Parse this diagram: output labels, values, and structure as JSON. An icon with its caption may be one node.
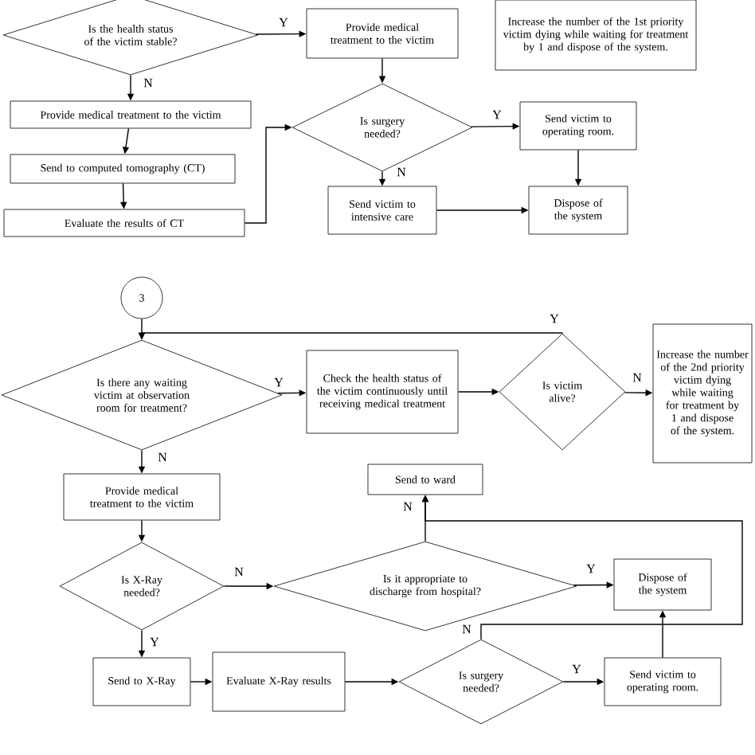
{
  "diagram": {
    "nodes": [
      {
        "text": [
          "Is the health status of the victim stable?"
        ]
      },
      {
        "text": [
          "Provide medical treatment to the victim"
        ]
      },
      {
        "text": [
          "Increase the number of the 1st priority victim dying while waiting for treatment by 1 and dispose of the system."
        ]
      },
      {
        "text": [
          "Provide medical treatment to the victim"
        ]
      },
      {
        "text": [
          "Send to computed tomography (CT)"
        ]
      },
      {
        "text": [
          "Evaluate the results of CT"
        ]
      },
      {
        "text": [
          "Is surgery needed?"
        ]
      },
      {
        "text": [
          "Send victim to operating room."
        ]
      },
      {
        "text": [
          "Send victim to intensive care"
        ]
      },
      {
        "text": [
          "Dispose of the system"
        ]
      },
      {
        "text": [
          "3"
        ]
      },
      {
        "text": [
          "Is there any waiting victim at observation room for treatment?"
        ]
      },
      {
        "text": [
          "Check the health status of the victim continuously until receiving medical treatment"
        ]
      },
      {
        "text": [
          "Is victim alive?"
        ]
      },
      {
        "text": [
          "Increase the number of the 2nd priority victim dying while waiting for treatment by 1 and dispose of the system."
        ]
      },
      {
        "text": [
          "Provide medical treatment to the victim"
        ]
      },
      {
        "text": [
          "Send to ward"
        ]
      },
      {
        "text": [
          "Is X-Ray needed?"
        ]
      },
      {
        "text": [
          "Is it appropriate to discharge from hospital?"
        ]
      },
      {
        "text": [
          "Dispose of the system"
        ]
      },
      {
        "text": [
          "Send to X-Ray"
        ]
      },
      {
        "text": [
          "Evaluate X-Ray results"
        ]
      },
      {
        "text": [
          "Is surgery needed?"
        ]
      },
      {
        "text": [
          "Send victim to operating room."
        ]
      }
    ],
    "edges": [
      {
        "from": 0,
        "to": 1,
        "arrow": "to",
        "label": "Y"
      },
      {
        "from": 0,
        "to": 3,
        "arrow": "to",
        "label": "N"
      },
      {
        "from": 1,
        "to": 6,
        "arrow": "to"
      },
      {
        "from": 3,
        "to": 4,
        "arrow": "to"
      },
      {
        "from": 4,
        "to": 5,
        "arrow": "to"
      },
      {
        "from": 5,
        "to": 6,
        "arrow": "to"
      },
      {
        "from": 6,
        "to": 7,
        "arrow": "to",
        "label": "Y"
      },
      {
        "from": 6,
        "to": 8,
        "arrow": "to",
        "label": "N"
      },
      {
        "from": 7,
        "to": 9,
        "arrow": "to"
      },
      {
        "from": 8,
        "to": 9,
        "arrow": "to"
      },
      {
        "from": 10,
        "to": 11,
        "arrow": "to"
      },
      {
        "from": 11,
        "to": 12,
        "arrow": "to",
        "label": "Y"
      },
      {
        "from": 12,
        "to": 13,
        "arrow": "to"
      },
      {
        "from": 13,
        "to": 14,
        "arrow": "to",
        "label": "N"
      },
      {
        "from": 13,
        "to": 11,
        "arrow": "to",
        "label": "Y"
      },
      {
        "from": 11,
        "to": 15,
        "arrow": "to",
        "label": "N"
      },
      {
        "from": 15,
        "to": 17,
        "arrow": "to"
      },
      {
        "from": 17,
        "to": 18,
        "arrow": "to",
        "label": "N"
      },
      {
        "from": 17,
        "to": 20,
        "arrow": "to",
        "label": "Y"
      },
      {
        "from": 18,
        "to": 19,
        "arrow": "to",
        "label": "Y"
      },
      {
        "from": 18,
        "to": 16,
        "arrow": "to",
        "label": "N"
      },
      {
        "from": 20,
        "to": 21,
        "arrow": "to"
      },
      {
        "from": 21,
        "to": 22,
        "arrow": "to"
      },
      {
        "from": 22,
        "to": 23,
        "arrow": "to",
        "label": "Y"
      },
      {
        "from": 23,
        "to": 19,
        "arrow": "to"
      },
      {
        "from": 22,
        "to": 16,
        "arrow": "to",
        "label": "N"
      }
    ]
  }
}
